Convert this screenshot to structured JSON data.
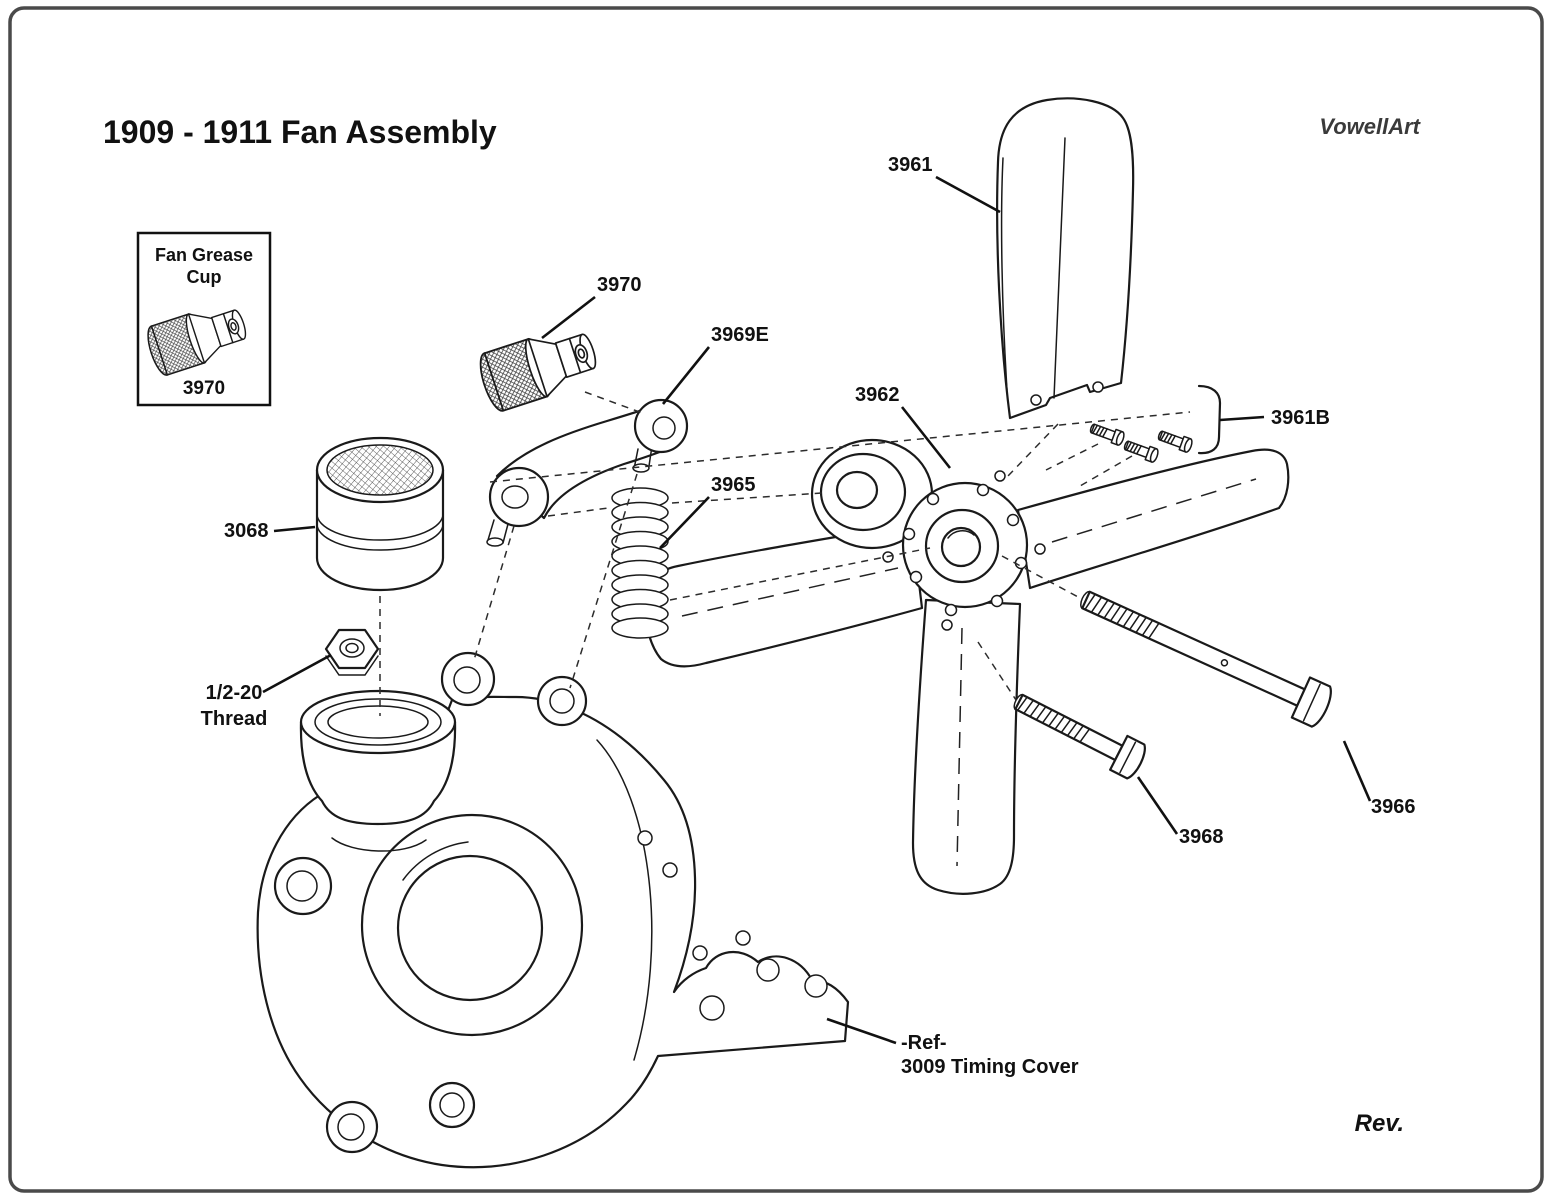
{
  "colors": {
    "ink": "#111111",
    "line": "#1a1a1a",
    "frame": "#4a4a4a",
    "bg": "#ffffff"
  },
  "page": {
    "title": "1909 - 1911 Fan Assembly",
    "credit": "VowellArt",
    "revision": "Rev."
  },
  "inset": {
    "heading_line1": "Fan Grease",
    "heading_line2": "Cup",
    "part_number": "3970"
  },
  "labels": {
    "fan_blade": "3961",
    "blade_screws": "3961B",
    "fan_hub": "3962",
    "spring": "3965",
    "bolt_long": "3966",
    "bolt_short": "3968",
    "bracket_arm": "3969E",
    "grease_cup": "3970",
    "sleeve": "3068",
    "thread_line1": "1/2-20",
    "thread_line2": "Thread",
    "ref_line1": "-Ref-",
    "ref_line2": "3009 Timing Cover"
  }
}
